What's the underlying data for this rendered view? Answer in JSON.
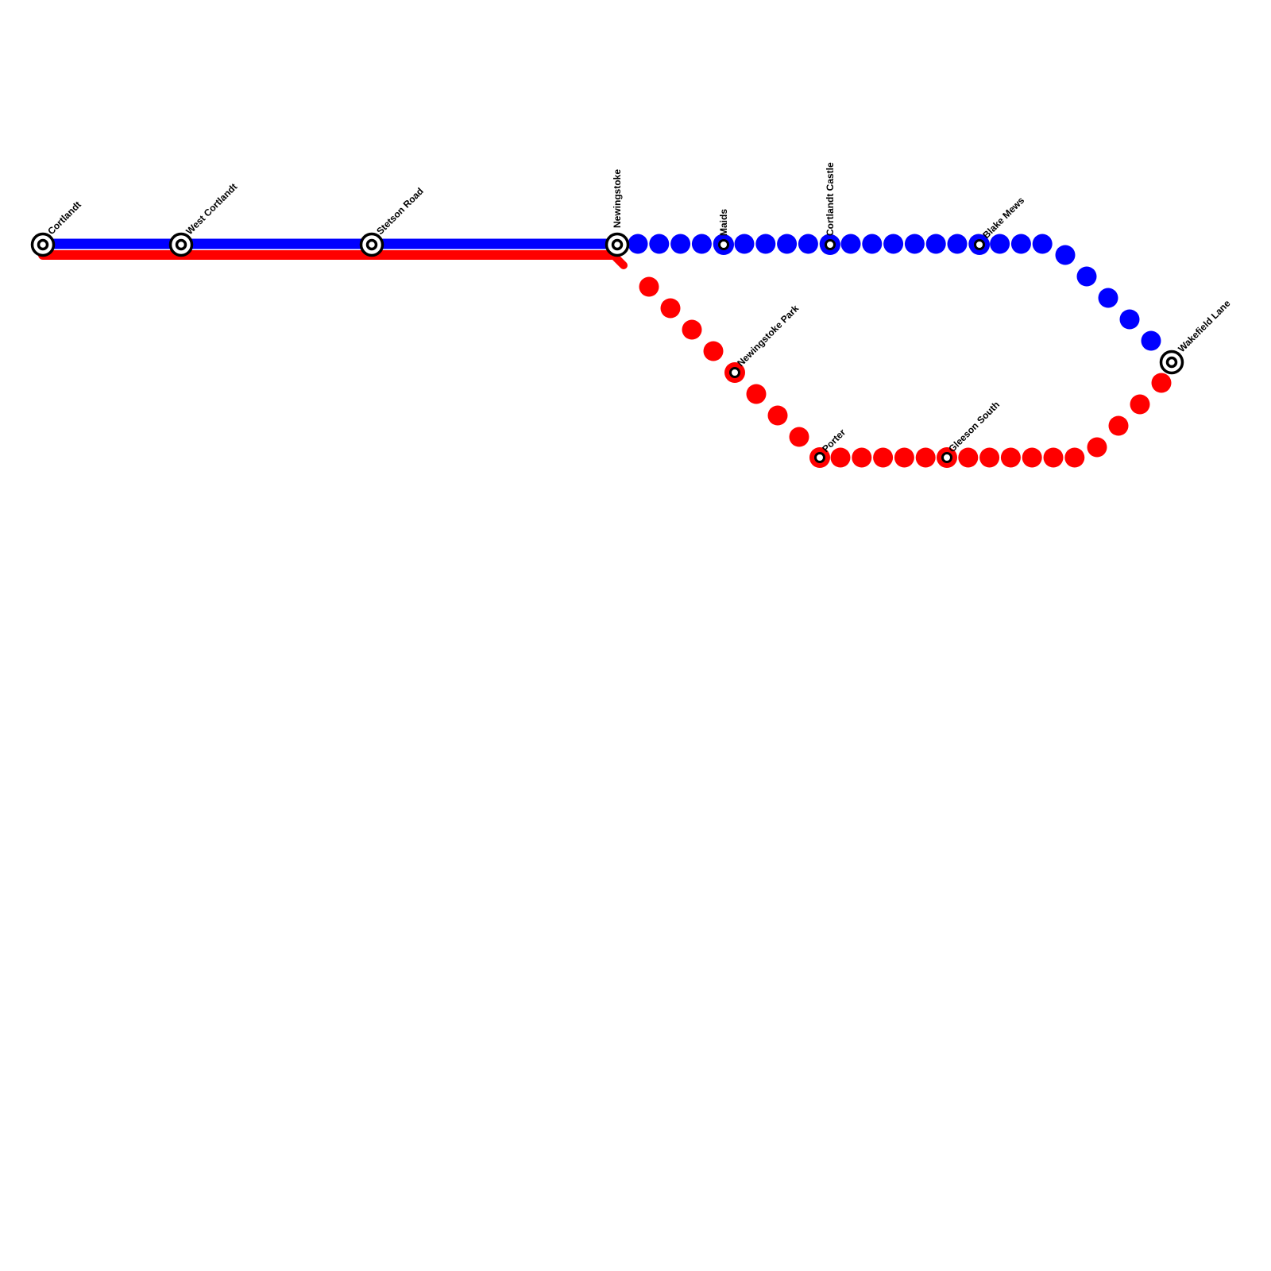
{
  "colors": {
    "blue_line": "#0000ff",
    "red_line": "#ff0000",
    "station_outline": "#000000",
    "station_fill": "#ffffff",
    "background": "#ffffff"
  },
  "lines": [
    {
      "id": "blue",
      "color": "#0000ff"
    },
    {
      "id": "red",
      "color": "#ff0000"
    }
  ],
  "stations": {
    "cortlandt": {
      "name": "Cortlandt",
      "type": "interchange"
    },
    "west_cortlandt": {
      "name": "West Cortlandt",
      "type": "interchange"
    },
    "stetson_road": {
      "name": "Stetson Road",
      "type": "interchange"
    },
    "newingstoke": {
      "name": "Newingstoke",
      "type": "interchange"
    },
    "maids": {
      "name": "Maids",
      "type": "stop",
      "line": "blue"
    },
    "cortlandt_castle": {
      "name": "Cortlandt Castle",
      "type": "stop",
      "line": "blue"
    },
    "blake_mews": {
      "name": "Blake Mews",
      "type": "stop",
      "line": "blue"
    },
    "wakefield_lane": {
      "name": "Wakefield Lane",
      "type": "interchange"
    },
    "newingstoke_park": {
      "name": "Newingstoke Park",
      "type": "stop",
      "line": "red"
    },
    "porter": {
      "name": "Porter",
      "type": "stop",
      "line": "red"
    },
    "gleeson_south": {
      "name": "Gleeson South",
      "type": "stop",
      "line": "red"
    }
  }
}
